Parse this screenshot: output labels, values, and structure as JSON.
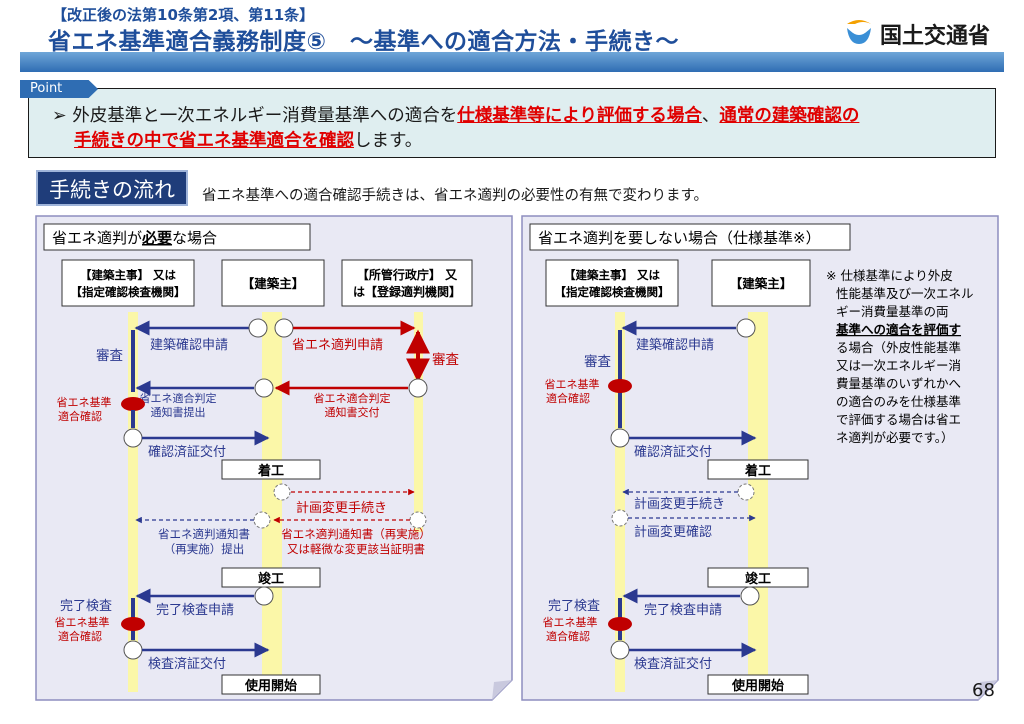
{
  "header": {
    "subtitle": "【改正後の法第10条第2項、第11条】",
    "title": "省エネ基準適合義務制度⑤　～基準への適合方法・手続き～",
    "logo_text": "国土交通省"
  },
  "point": {
    "tag": "Point",
    "bullet": "➢",
    "line1_a": "外皮基準と一次エネルギー消費量基準への適合を",
    "line1_red1": "仕様基準等により評価する場合",
    "line1_sep": "、",
    "line1_red2": "通常の建築確認の",
    "line2_red": "手続きの中で省エネ基準適合を確認",
    "line2_b": "します。"
  },
  "flow": {
    "tag": "手続きの流れ",
    "description": "省エネ基準への適合確認手続きは、省エネ適判の必要性の有無で変わります。"
  },
  "left": {
    "heading_a": "省エネ適判が",
    "heading_b": "必要",
    "heading_c": "な場合",
    "actor1_l1": "【建築主事】 又は",
    "actor1_l2": "【指定確認検査機関】",
    "actor2": "【建築主】",
    "actor3_l1": "【所管行政庁】 又",
    "actor3_l2": "は【登録適判機関】",
    "application": "建築確認申請",
    "review": "審査",
    "energy_app": "省エネ適判申請",
    "review2": "審査",
    "check_l1": "省エネ基準",
    "check_l2": "適合確認",
    "submit_l1": "省エネ適合判定",
    "submit_l2": "通知書提出",
    "notice_l1": "省エネ適合判定",
    "notice_l2": "通知書交付",
    "cert": "確認済証交付",
    "start": "着工",
    "change": "計画変更手続き",
    "renotice_l1": "省エネ適判通知書",
    "renotice_l2": "（再実施）提出",
    "renotice2_l1": "省エネ適判通知書（再実施）",
    "renotice2_l2": "又は軽微な変更該当証明書",
    "complete": "竣工",
    "inspect_done": "完了検査",
    "check2_l1": "省エネ基準",
    "check2_l2": "適合確認",
    "inspect_app": "完了検査申請",
    "inspect_cert": "検査済証交付",
    "use_start": "使用開始"
  },
  "right": {
    "heading": "省エネ適判を要しない場合（仕様基準※）",
    "actor1_l1": "【建築主事】 又は",
    "actor1_l2": "【指定確認検査機関】",
    "actor2": "【建築主】",
    "application": "建築確認申請",
    "review": "審査",
    "check_l1": "省エネ基準",
    "check_l2": "適合確認",
    "cert": "確認済証交付",
    "start": "着工",
    "change": "計画変更手続き",
    "change_confirm": "計画変更確認",
    "complete": "竣工",
    "inspect_done": "完了検査",
    "check2_l1": "省エネ基準",
    "check2_l2": "適合確認",
    "inspect_app": "完了検査申請",
    "inspect_cert": "検査済証交付",
    "use_start": "使用開始",
    "note": [
      "※ 仕様基準により外皮",
      "性能基準及び一次エネル",
      "ギー消費量基準の両",
      "基準への適合を評価す",
      "る場合（外皮性能基準",
      "又は一次エネルギー消",
      "費量基準のいずれかへ",
      "の適合のみを仕様基準",
      "で評価する場合は省エ",
      "ネ適判が必要です。）"
    ]
  },
  "page_number": "68",
  "colors": {
    "accent_blue": "#1f4e9a",
    "arrow_navy": "#2b3990",
    "arrow_red": "#c00000",
    "panel_bg": "#e9e9f4",
    "lane_yellow": "#fbf7a8",
    "point_bg": "#dfeef0"
  }
}
